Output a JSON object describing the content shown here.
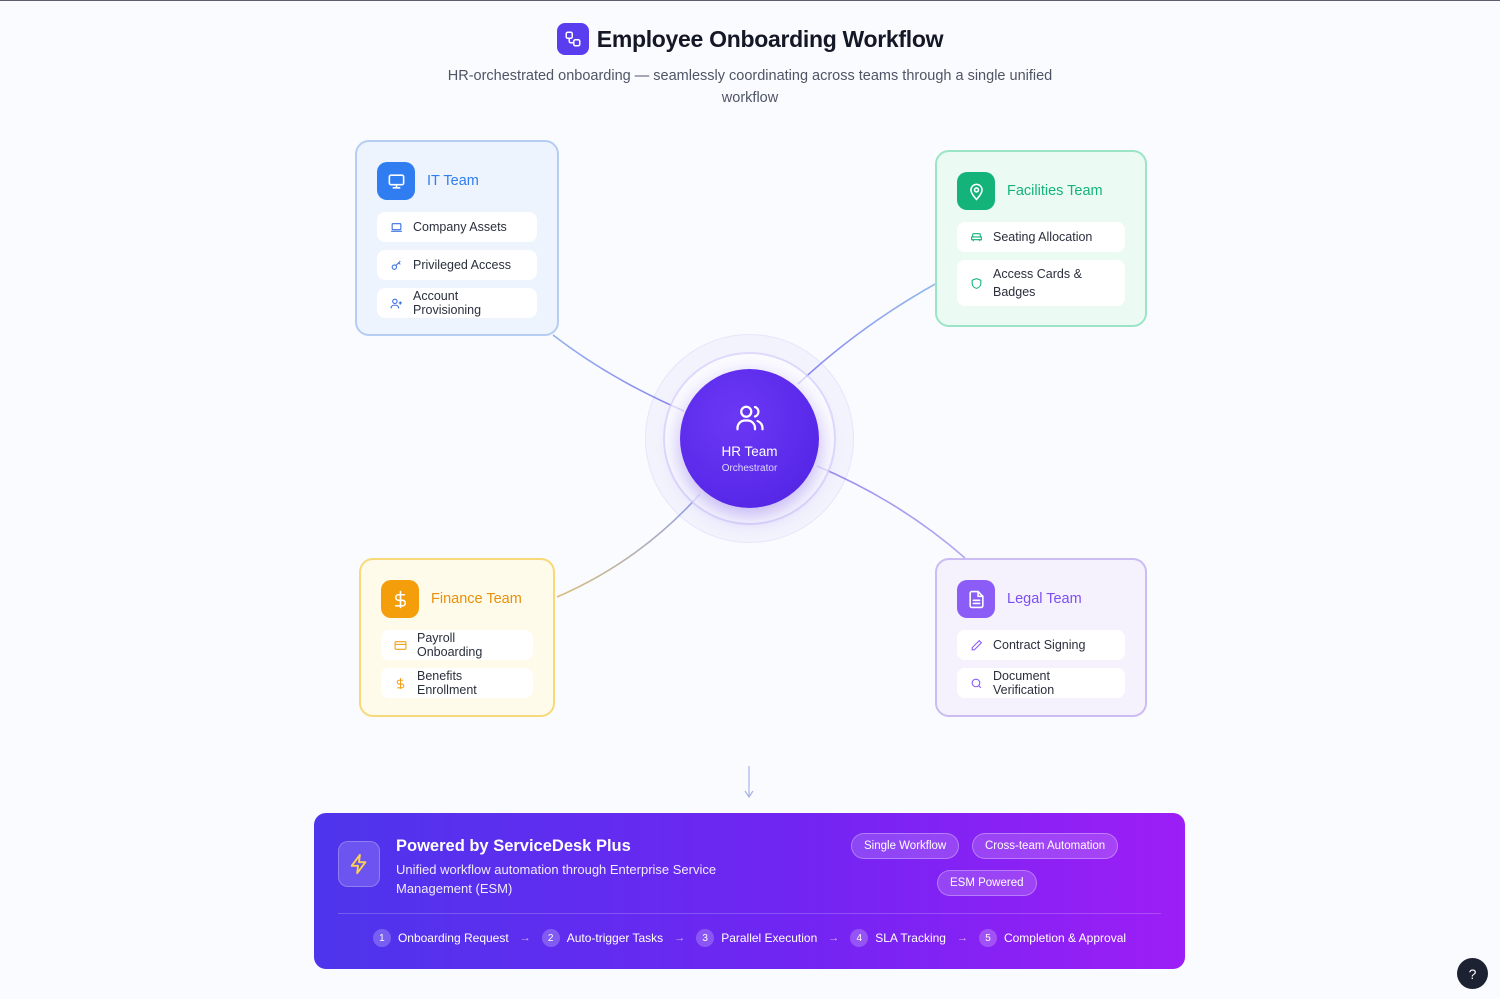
{
  "header": {
    "title": "Employee Onboarding Workflow",
    "subtitle": "HR-orchestrated onboarding — seamlessly coordinating across teams through a single unified workflow",
    "icon": "workflow-icon"
  },
  "hub": {
    "title": "HR Team",
    "subtitle": "Orchestrator",
    "icon": "users-icon",
    "color": "#5b2cec"
  },
  "teams": {
    "it": {
      "title": "IT Team",
      "icon": "monitor-icon",
      "color": "#2f7df0",
      "items": [
        {
          "label": "Company Assets",
          "icon": "laptop-icon"
        },
        {
          "label": "Privileged Access",
          "icon": "key-icon"
        },
        {
          "label": "Account Provisioning",
          "icon": "user-plus-icon"
        }
      ]
    },
    "facilities": {
      "title": "Facilities Team",
      "icon": "map-pin-icon",
      "color": "#13b37a",
      "items": [
        {
          "label": "Seating Allocation",
          "icon": "armchair-icon"
        },
        {
          "label": "Access Cards & Badges",
          "icon": "shield-icon"
        }
      ]
    },
    "finance": {
      "title": "Finance Team",
      "icon": "dollar-icon",
      "color": "#f59e0b",
      "items": [
        {
          "label": "Payroll Onboarding",
          "icon": "credit-card-icon"
        },
        {
          "label": "Benefits Enrollment",
          "icon": "dollar-icon"
        }
      ]
    },
    "legal": {
      "title": "Legal Team",
      "icon": "file-text-icon",
      "color": "#8b5cf6",
      "items": [
        {
          "label": "Contract Signing",
          "icon": "pen-icon"
        },
        {
          "label": "Document Verification",
          "icon": "search-icon"
        }
      ]
    }
  },
  "banner": {
    "title": "Powered by ServiceDesk Plus",
    "description": "Unified workflow automation through Enterprise Service Management (ESM)",
    "icon": "zap-icon",
    "tags": [
      "Single Workflow",
      "Cross-team Automation",
      "ESM Powered"
    ],
    "steps": [
      {
        "num": "1",
        "label": "Onboarding Request"
      },
      {
        "num": "2",
        "label": "Auto-trigger Tasks"
      },
      {
        "num": "3",
        "label": "Parallel Execution"
      },
      {
        "num": "4",
        "label": "SLA Tracking"
      },
      {
        "num": "5",
        "label": "Completion & Approval"
      }
    ]
  },
  "help": {
    "label": "?",
    "icon": "help-icon"
  }
}
